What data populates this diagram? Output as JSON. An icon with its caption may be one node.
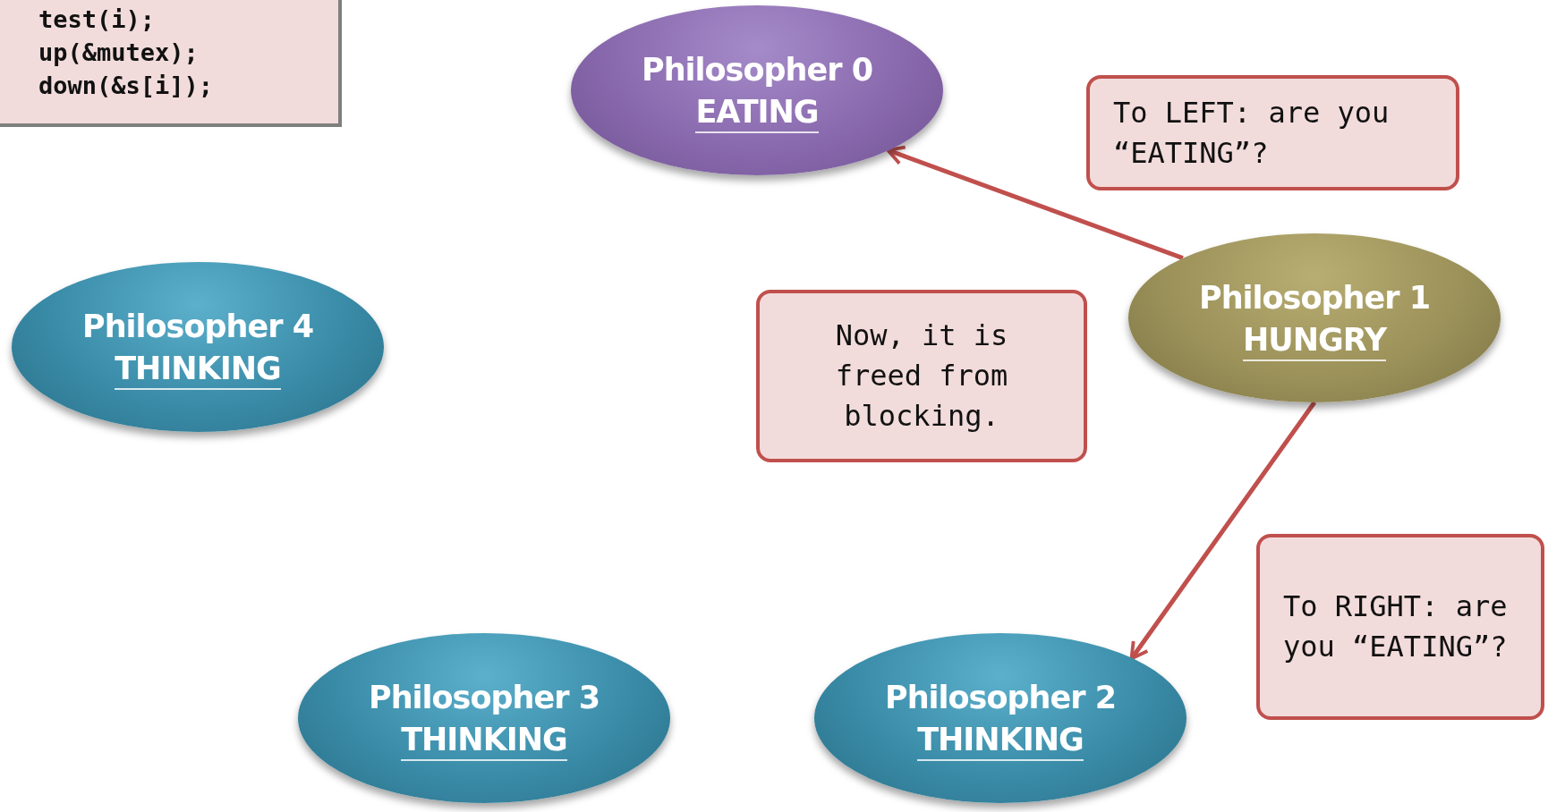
{
  "diagram": {
    "nodes": [
      {
        "text": [
          "test(i);",
          "up(&mutex);",
          "down(&s[i]);"
        ]
      },
      {
        "text": [
          "Philosopher 0",
          "EATING"
        ]
      },
      {
        "text": [
          "To LEFT: are you “EATING”?"
        ]
      },
      {
        "text": [
          "Philosopher 1",
          "HUNGRY"
        ]
      },
      {
        "text": [
          "Philosopher 4",
          "THINKING"
        ]
      },
      {
        "text": [
          "Now, it is freed from blocking."
        ]
      },
      {
        "text": [
          "To RIGHT: are you “EATING”?"
        ]
      },
      {
        "text": [
          "Philosopher 3",
          "THINKING"
        ]
      },
      {
        "text": [
          "Philosopher 2",
          "THINKING"
        ]
      }
    ],
    "edges": [
      {
        "from": 3,
        "to": 1,
        "arrow": "to"
      },
      {
        "from": 3,
        "to": 8,
        "arrow": "to"
      }
    ]
  }
}
